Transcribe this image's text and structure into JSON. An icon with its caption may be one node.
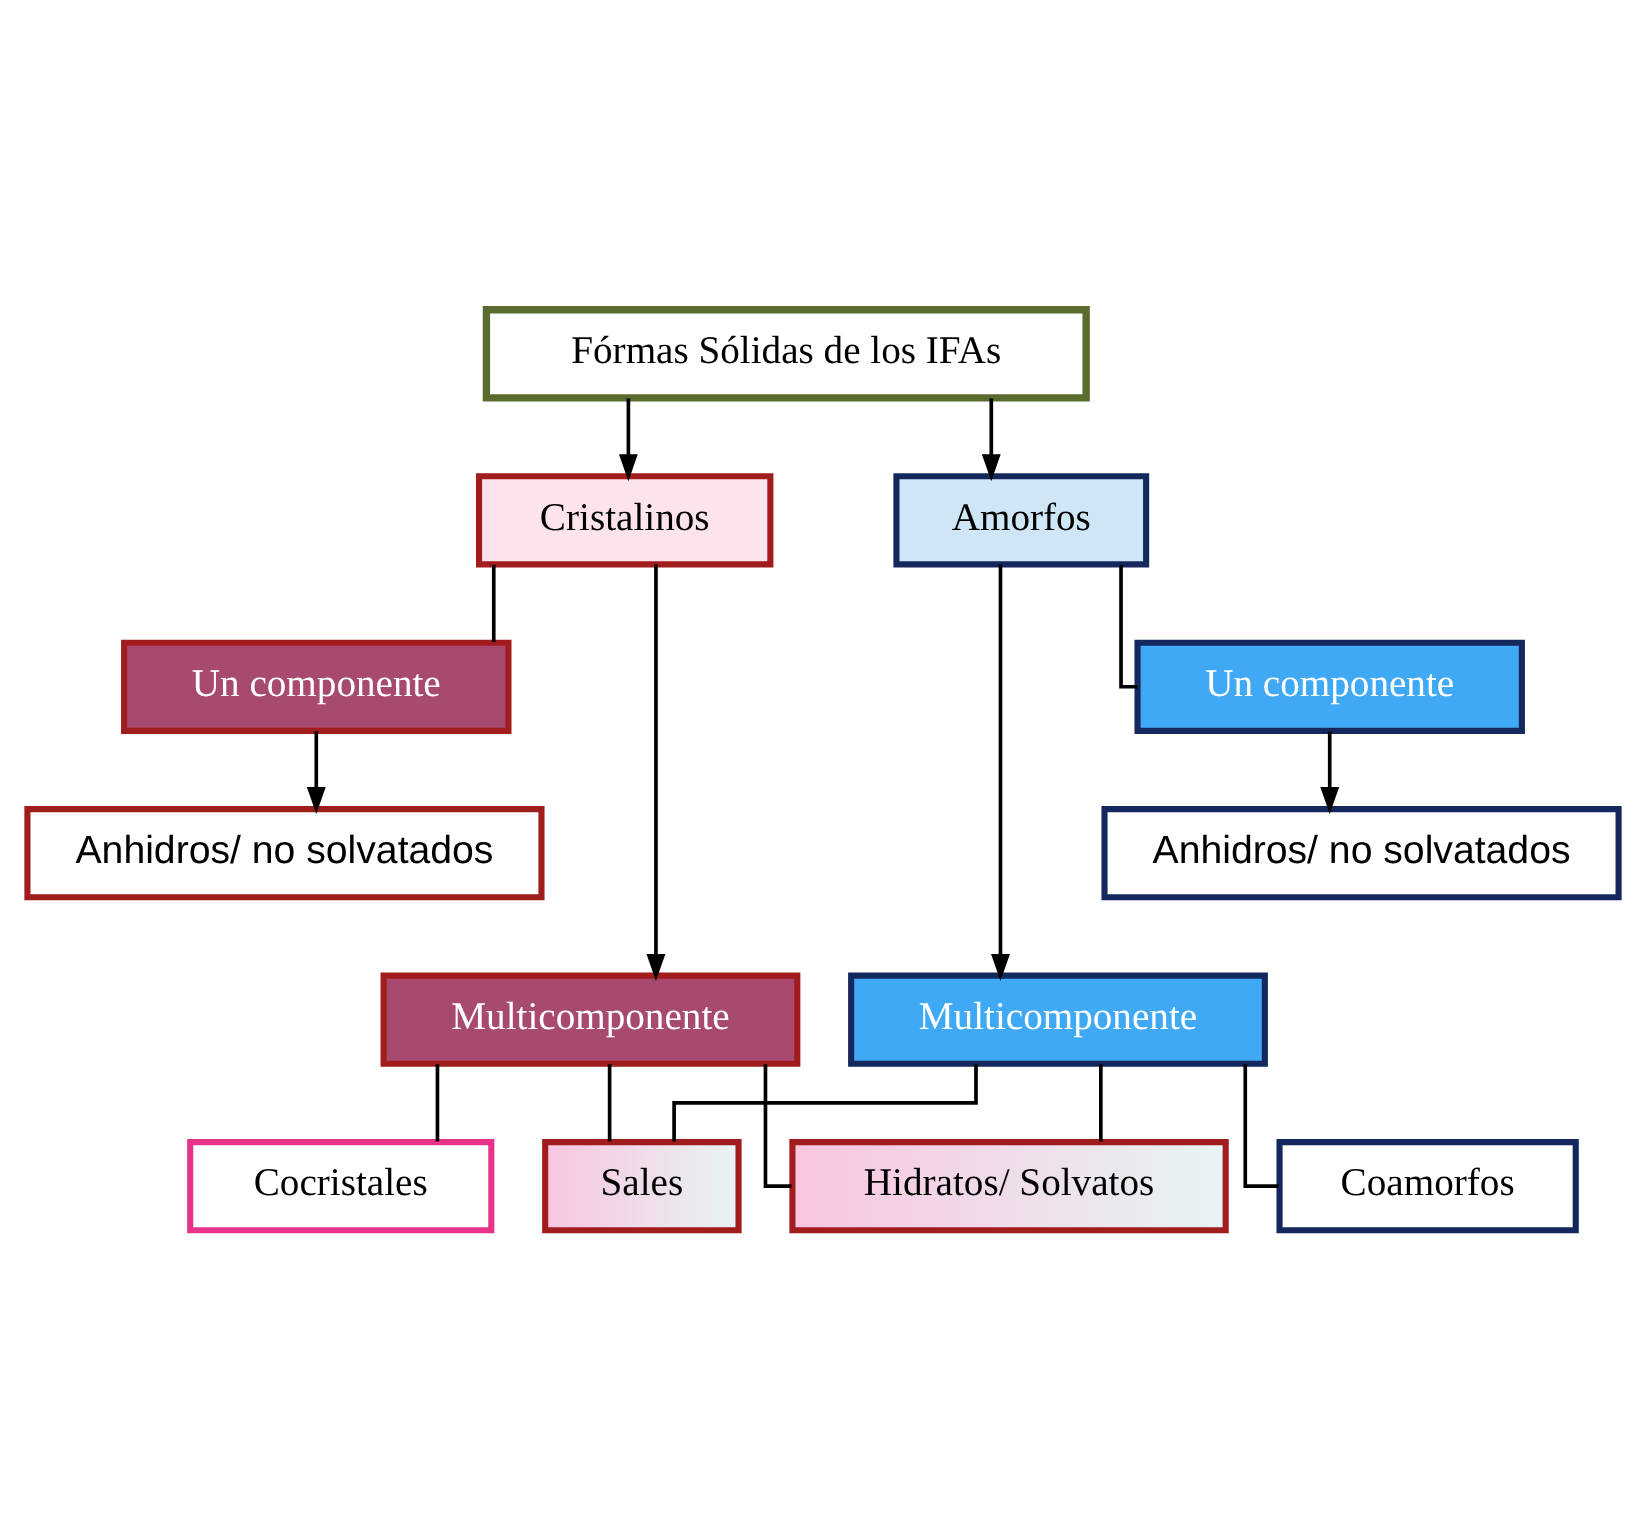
{
  "diagram": {
    "nodes": [
      {
        "text": [
          "Fórmas Sólidas de los IFAs"
        ]
      },
      {
        "text": [
          "Cristalinos"
        ]
      },
      {
        "text": [
          "Amorfos"
        ]
      },
      {
        "text": [
          "Un componente"
        ]
      },
      {
        "text": [
          "Anhidros/ no solvatados"
        ]
      },
      {
        "text": [
          "Un componente"
        ]
      },
      {
        "text": [
          "Anhidros/ no solvatados"
        ]
      },
      {
        "text": [
          "Multicomponente"
        ]
      },
      {
        "text": [
          "Multicomponente"
        ]
      },
      {
        "text": [
          "Cocristales"
        ]
      },
      {
        "text": [
          "Sales"
        ]
      },
      {
        "text": [
          "Hidratos/ Solvatos"
        ]
      },
      {
        "text": [
          "Coamorfos"
        ]
      }
    ],
    "edges": [
      {
        "from": 0,
        "to": 1,
        "arrow": "to"
      },
      {
        "from": 0,
        "to": 2,
        "arrow": "to"
      },
      {
        "from": 1,
        "to": 3,
        "arrow": "none"
      },
      {
        "from": 1,
        "to": 7,
        "arrow": "to"
      },
      {
        "from": 2,
        "to": 5,
        "arrow": "none"
      },
      {
        "from": 2,
        "to": 8,
        "arrow": "to"
      },
      {
        "from": 3,
        "to": 4,
        "arrow": "to"
      },
      {
        "from": 5,
        "to": 6,
        "arrow": "to"
      },
      {
        "from": 7,
        "to": 9,
        "arrow": "none"
      },
      {
        "from": 7,
        "to": 10,
        "arrow": "none"
      },
      {
        "from": 7,
        "to": 11,
        "arrow": "none"
      },
      {
        "from": 8,
        "to": 10,
        "arrow": "none"
      },
      {
        "from": 8,
        "to": 11,
        "arrow": "none"
      },
      {
        "from": 8,
        "to": 12,
        "arrow": "none"
      }
    ]
  }
}
